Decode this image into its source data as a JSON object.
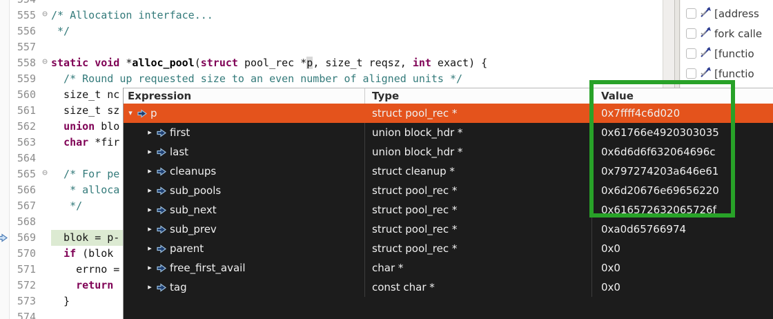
{
  "editor": {
    "lines": [
      {
        "num": "554",
        "tokens": []
      },
      {
        "num": "555",
        "fold": true,
        "tokens": [
          {
            "t": "c",
            "s": "/* Allocation interface..."
          }
        ]
      },
      {
        "num": "556",
        "tokens": [
          {
            "t": "c",
            "s": " */"
          }
        ]
      },
      {
        "num": "557",
        "tokens": []
      },
      {
        "num": "558",
        "fold": true,
        "tokens": [
          {
            "t": "k",
            "s": "static"
          },
          {
            "t": "p",
            "s": " "
          },
          {
            "t": "k",
            "s": "void"
          },
          {
            "t": "p",
            "s": " *"
          },
          {
            "t": "f",
            "s": "alloc_pool"
          },
          {
            "t": "p",
            "s": "("
          },
          {
            "t": "k",
            "s": "struct"
          },
          {
            "t": "p",
            "s": " pool_rec *"
          },
          {
            "t": "hl",
            "s": "p"
          },
          {
            "t": "p",
            "s": ", size_t reqsz, "
          },
          {
            "t": "k",
            "s": "int"
          },
          {
            "t": "p",
            "s": " exact) {"
          }
        ]
      },
      {
        "num": "559",
        "tokens": [
          {
            "t": "c",
            "s": "  /* Round up requested size to an even number of aligned units */"
          }
        ]
      },
      {
        "num": "560",
        "tokens": [
          {
            "t": "p",
            "s": "  size_t nc"
          }
        ]
      },
      {
        "num": "561",
        "tokens": [
          {
            "t": "p",
            "s": "  size_t sz"
          }
        ]
      },
      {
        "num": "562",
        "tokens": [
          {
            "t": "p",
            "s": "  "
          },
          {
            "t": "k",
            "s": "union"
          },
          {
            "t": "p",
            "s": " blo"
          }
        ]
      },
      {
        "num": "563",
        "tokens": [
          {
            "t": "p",
            "s": "  "
          },
          {
            "t": "k",
            "s": "char"
          },
          {
            "t": "p",
            "s": " *fir"
          }
        ]
      },
      {
        "num": "564",
        "tokens": []
      },
      {
        "num": "565",
        "fold": true,
        "tokens": [
          {
            "t": "c",
            "s": "  /* For pe"
          }
        ]
      },
      {
        "num": "566",
        "tokens": [
          {
            "t": "c",
            "s": "   * alloca"
          }
        ]
      },
      {
        "num": "567",
        "tokens": [
          {
            "t": "c",
            "s": "   */"
          }
        ]
      },
      {
        "num": "568",
        "tokens": []
      },
      {
        "num": "569",
        "current": true,
        "arrow": true,
        "tokens": [
          {
            "t": "p",
            "s": "  blok = p-"
          }
        ]
      },
      {
        "num": "570",
        "tokens": [
          {
            "t": "p",
            "s": "  "
          },
          {
            "t": "k",
            "s": "if"
          },
          {
            "t": "p",
            "s": " (blok"
          }
        ]
      },
      {
        "num": "571",
        "tokens": [
          {
            "t": "p",
            "s": "    errno ="
          }
        ]
      },
      {
        "num": "572",
        "tokens": [
          {
            "t": "p",
            "s": "    "
          },
          {
            "t": "k",
            "s": "return"
          }
        ]
      },
      {
        "num": "573",
        "tokens": [
          {
            "t": "p",
            "s": "  }"
          }
        ]
      },
      {
        "num": "574",
        "tokens": []
      }
    ],
    "colors": {
      "keyword": "#7f0055",
      "comment": "#337a7a",
      "current_line": "#dcead2",
      "occurrence": "#d8d8d8"
    }
  },
  "popup": {
    "headers": {
      "expression": "Expression",
      "type": "Type",
      "value": "Value"
    },
    "selected_color": "#e4531c",
    "rows": [
      {
        "name": "p",
        "type": "struct pool_rec *",
        "value": "0x7ffff4c6d020",
        "level": 0,
        "expanded": true,
        "selected": true
      },
      {
        "name": "first",
        "type": "union block_hdr *",
        "value": "0x61766e4920303035",
        "level": 1
      },
      {
        "name": "last",
        "type": "union block_hdr *",
        "value": "0x6d6d6f632064696c",
        "level": 1
      },
      {
        "name": "cleanups",
        "type": "struct cleanup *",
        "value": "0x797274203a646e61",
        "level": 1
      },
      {
        "name": "sub_pools",
        "type": "struct pool_rec *",
        "value": "0x6d20676e69656220",
        "level": 1
      },
      {
        "name": "sub_next",
        "type": "struct pool_rec *",
        "value": "0x616572632065726f",
        "level": 1
      },
      {
        "name": "sub_prev",
        "type": "struct pool_rec *",
        "value": "0xa0d65766974",
        "level": 1
      },
      {
        "name": "parent",
        "type": "struct pool_rec *",
        "value": "0x0",
        "level": 1
      },
      {
        "name": "free_first_avail",
        "type": "char *",
        "value": "0x0",
        "level": 1
      },
      {
        "name": "tag",
        "type": "const char *",
        "value": "0x0",
        "level": 1
      }
    ]
  },
  "breakpoints": {
    "items": [
      {
        "label": "[address"
      },
      {
        "label": "fork calle"
      },
      {
        "label": "[functio"
      },
      {
        "label": "[functio"
      }
    ]
  },
  "annotation": {
    "color": "#28a228"
  }
}
